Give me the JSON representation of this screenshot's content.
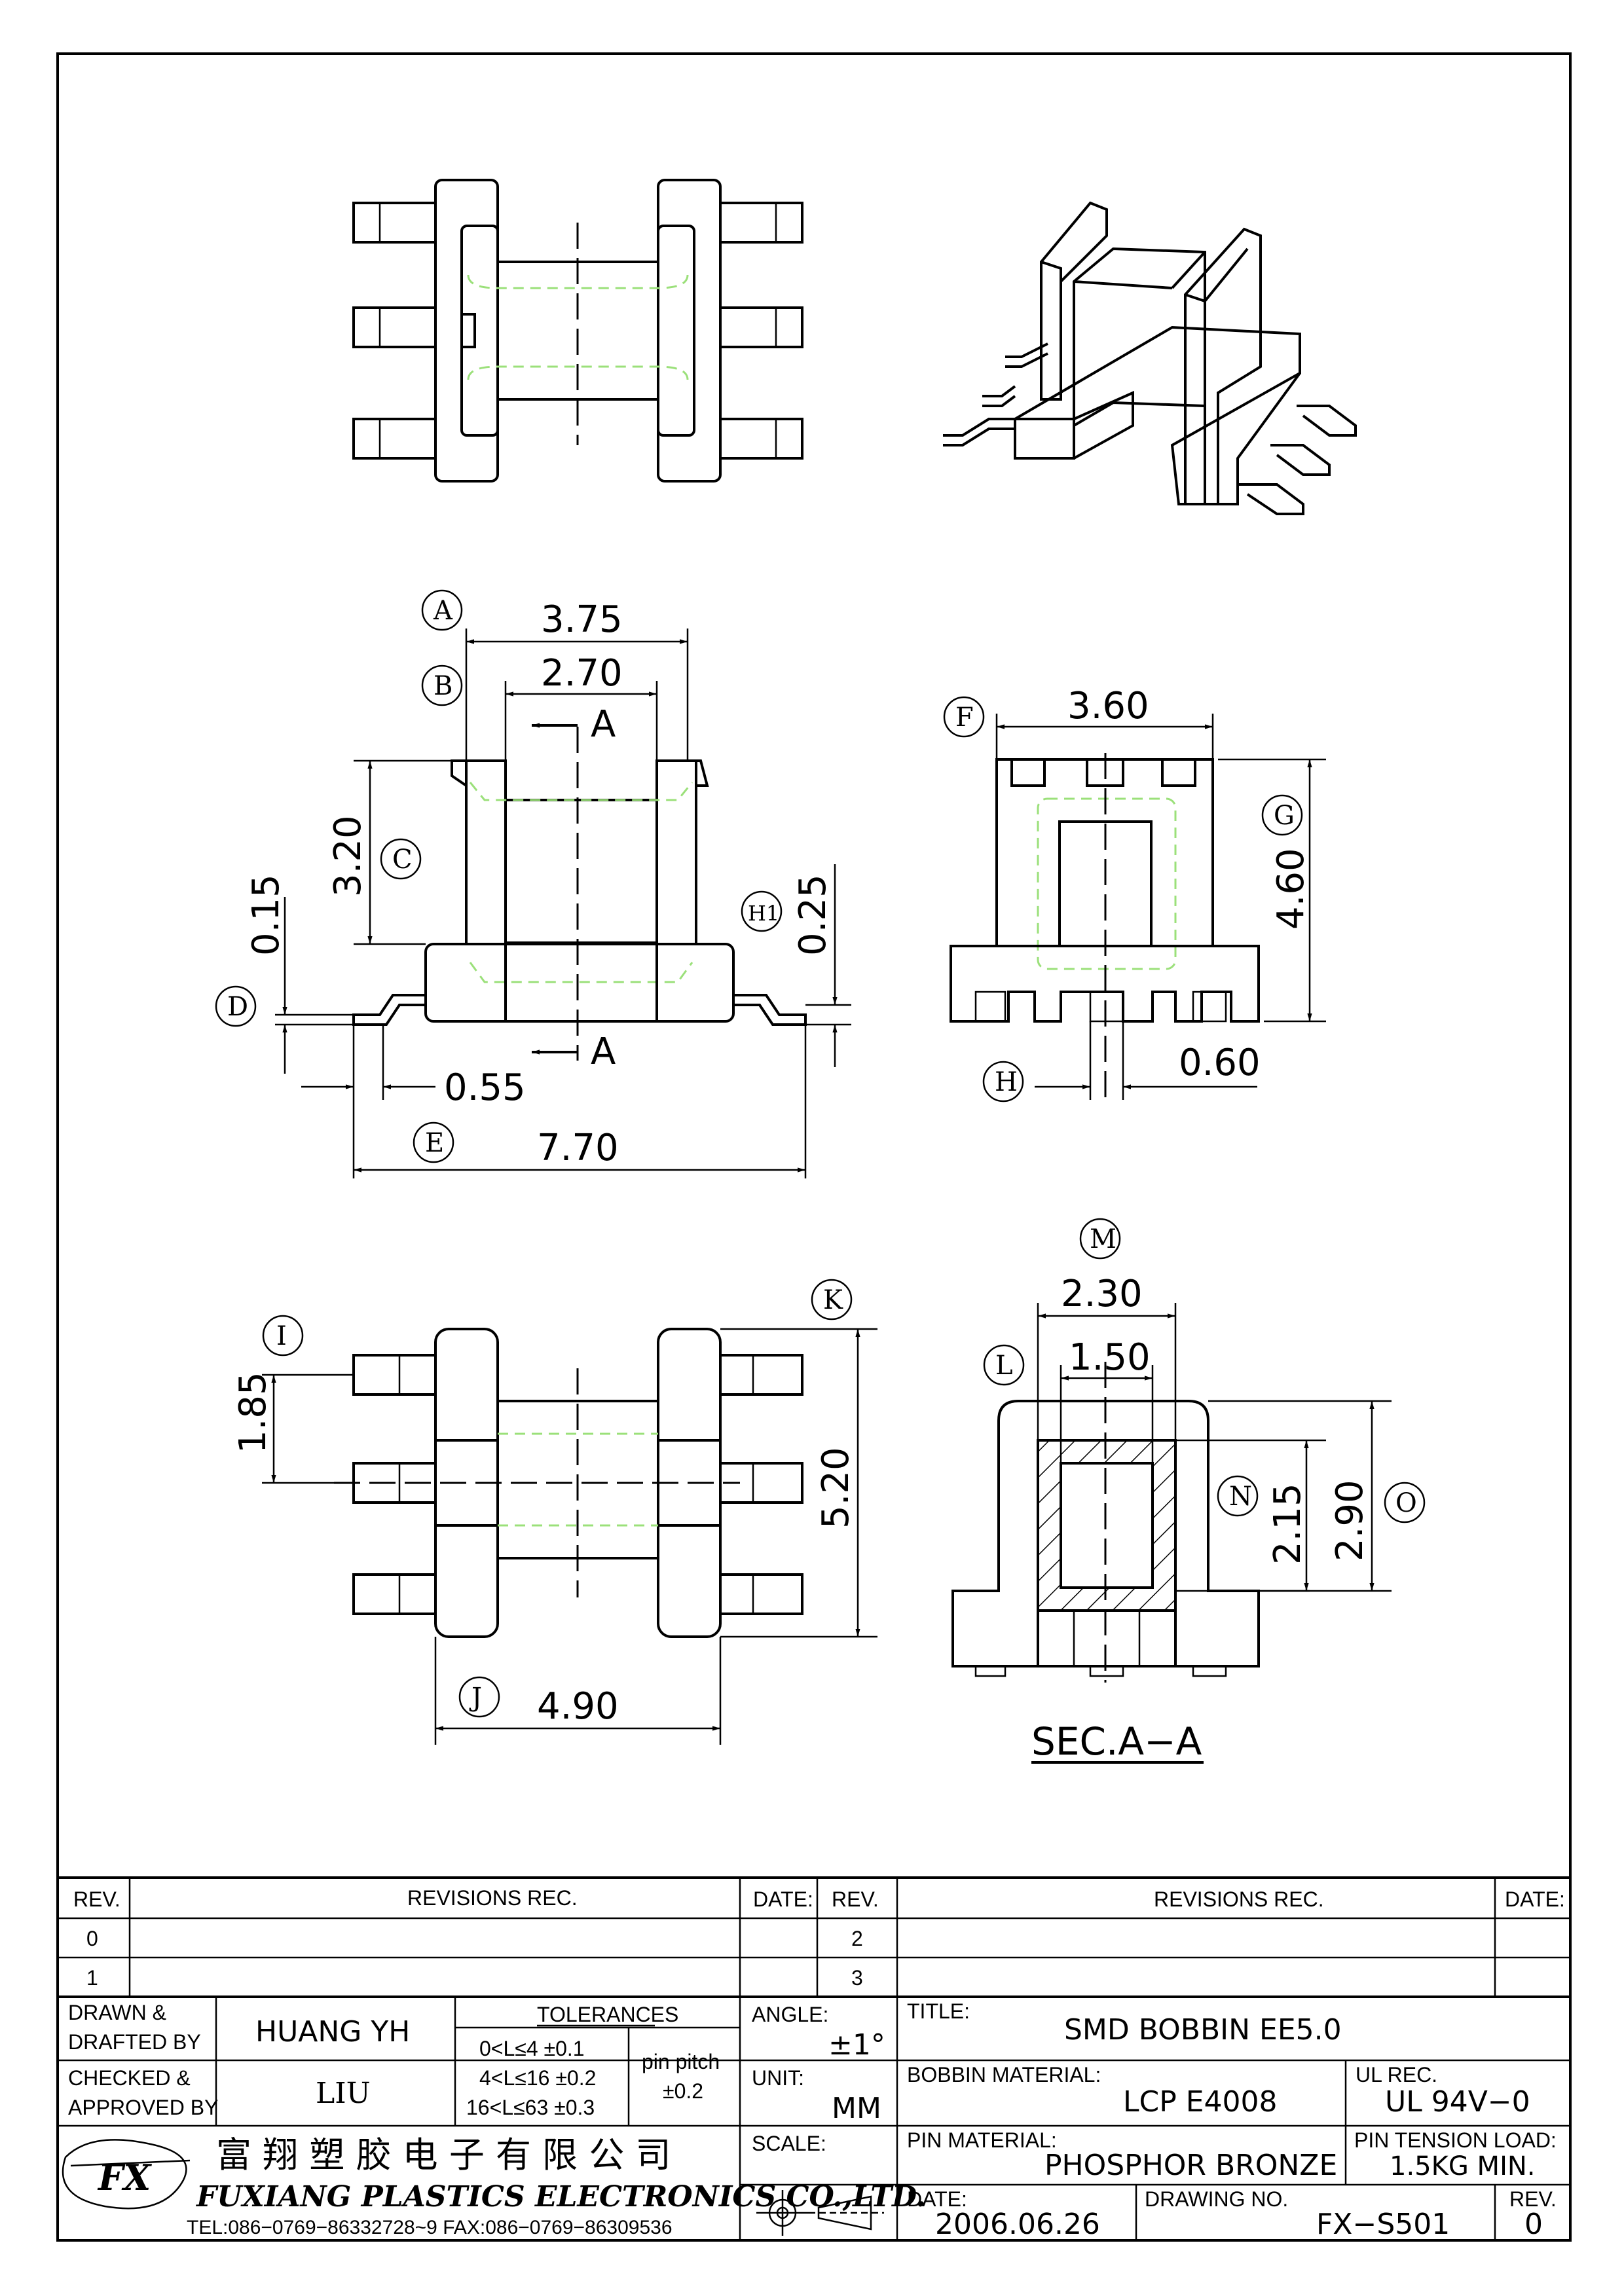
{
  "dimensions": {
    "a": "3.75",
    "b": "2.70",
    "c": "3.20",
    "d": "0.15",
    "h1": "0.25",
    "e_small": "0.55",
    "e": "7.70",
    "f": "3.60",
    "g": "4.60",
    "h": "0.60",
    "i": "1.85",
    "k": "5.20",
    "j": "4.90",
    "m": "2.30",
    "l": "1.50",
    "n": "2.15",
    "o": "2.90"
  },
  "callouts": {
    "a": "A",
    "b": "B",
    "c": "C",
    "d": "D",
    "e": "E",
    "f": "F",
    "g": "G",
    "h": "H",
    "h1": "H1",
    "i": "I",
    "j": "J",
    "k": "K",
    "l": "L",
    "m": "M",
    "n": "N",
    "o": "O"
  },
  "section_marker": "A",
  "section_label": "SEC.A−A",
  "title_block": {
    "rev_header": "REV.",
    "revisions_header": "REVISIONS   REC.",
    "date_header": "DATE:",
    "rev_rows_left": [
      "0",
      "1"
    ],
    "rev_rows_right": [
      "2",
      "3"
    ],
    "drawn_label": "DRAWN &\nDRAFTED BY",
    "drawn_label_1": "DRAWN &",
    "drawn_label_2": "DRAFTED BY",
    "drawn_value": "HUANG YH",
    "checked_label_1": "CHECKED &",
    "checked_label_2": "APPROVED BY",
    "checked_value": "LIU",
    "tolerances_header": "TOLERANCES",
    "tol_1": "0<L≤4   ±0.1",
    "tol_2": "4<L≤16  ±0.2",
    "tol_3": "16<L≤63 ±0.3",
    "pin_pitch_label": "pin pitch",
    "pin_pitch_value": "±0.2",
    "angle_label": "ANGLE:",
    "angle_value": "±1°",
    "unit_label": "UNIT:",
    "unit_value": "MM",
    "scale_label": "SCALE:",
    "title_label": "TITLE:",
    "title_value": "SMD  BOBBIN  EE5.0",
    "bobbin_material_label": "BOBBIN MATERIAL:",
    "bobbin_material_value": "LCP  E4008",
    "ul_rec_label": "UL REC.",
    "ul_rec_value": "UL  94V−0",
    "pin_material_label": "PIN MATERIAL:",
    "pin_material_value": "PHOSPHOR  BRONZE",
    "pin_tension_label": "PIN TENSION  LOAD:",
    "pin_tension_value": "1.5KG   MIN.",
    "date_label": "DATE:",
    "date_value": "2006.06.26",
    "drawing_no_label": "DRAWING  NO.",
    "drawing_no_value": "FX−S501",
    "rev_label": "REV.",
    "rev_value": "0",
    "company_cn": "富 翔 塑 胶 电 子 有 限 公 司",
    "company_en": "FUXIANG PLASTICS ELECTRONICS CO.,LTD.",
    "contact": "TEL:086−0769−86332728~9  FAX:086−0769−86309536",
    "logo_text": "FX"
  }
}
